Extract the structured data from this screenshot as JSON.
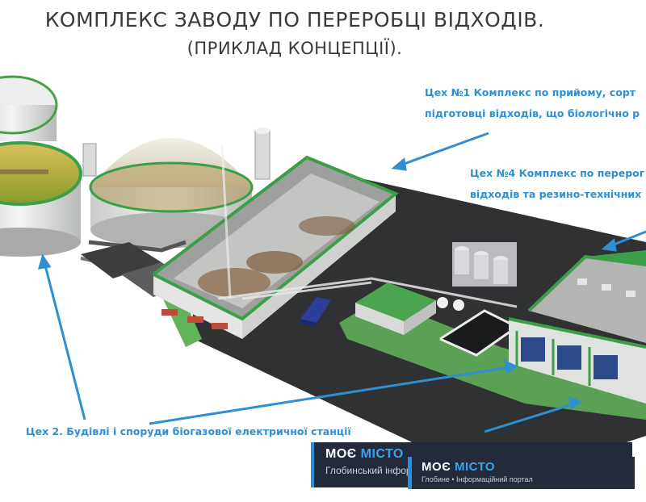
{
  "title": {
    "main": "КОМПЛЕКС ЗАВОДУ ПО ПЕРЕРОБЦІ ВІДХОДІВ.",
    "sub": "(ПРИКЛАД КОНЦЕПЦІЇ)."
  },
  "callouts": {
    "shop1_line1": "Цех №1 Комплекс по прийому, сорт",
    "shop1_line2": "підготовці відходів, що біологічно р",
    "shop4_line1": "Цех №4 Комплекс по перерог",
    "shop4_line2": "відходів та резино-технічних",
    "shop2": "Цех 2. Будівлі і споруди біогазової електричної станції"
  },
  "badges": {
    "back": {
      "brand_a": "МОЄ ",
      "brand_b": "МІСТО",
      "tagline": "Глобинський інфор"
    },
    "front": {
      "brand_a": "МОЄ ",
      "brand_b": "МІСТО",
      "tagline": "Глобине • Інформаційний портал"
    }
  },
  "colors": {
    "callout_blue": "#2f8fd0",
    "roof_green": "#3d9e4a",
    "badge_bg": "#232a3a",
    "badge_accent": "#3aa3f0"
  }
}
